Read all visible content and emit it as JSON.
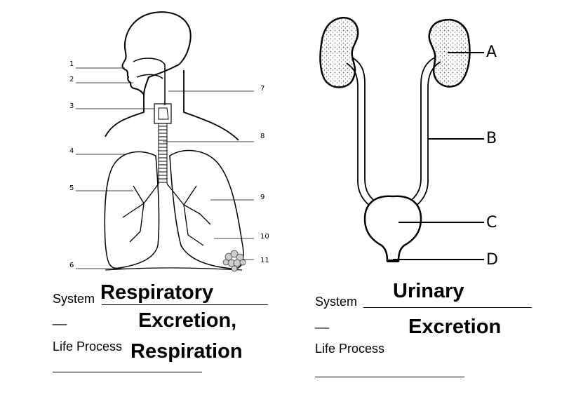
{
  "respiratory": {
    "numbers": [
      "1",
      "2",
      "3",
      "4",
      "5",
      "6",
      "7",
      "8",
      "9",
      "10",
      "11"
    ],
    "system_label": "System",
    "system_answer": "Respiratory",
    "dash": "__",
    "life_answer_1": "Excretion,",
    "life_label": "Life Process",
    "life_answer_2": "Respiration"
  },
  "urinary": {
    "letters": [
      "A",
      "B",
      "C",
      "D"
    ],
    "system_label": "System",
    "system_answer": "Urinary",
    "dash": "__",
    "life_answer": "Excretion",
    "life_label": "Life Process"
  },
  "colors": {
    "answer_text": "#000000",
    "stipple": "#555555"
  }
}
